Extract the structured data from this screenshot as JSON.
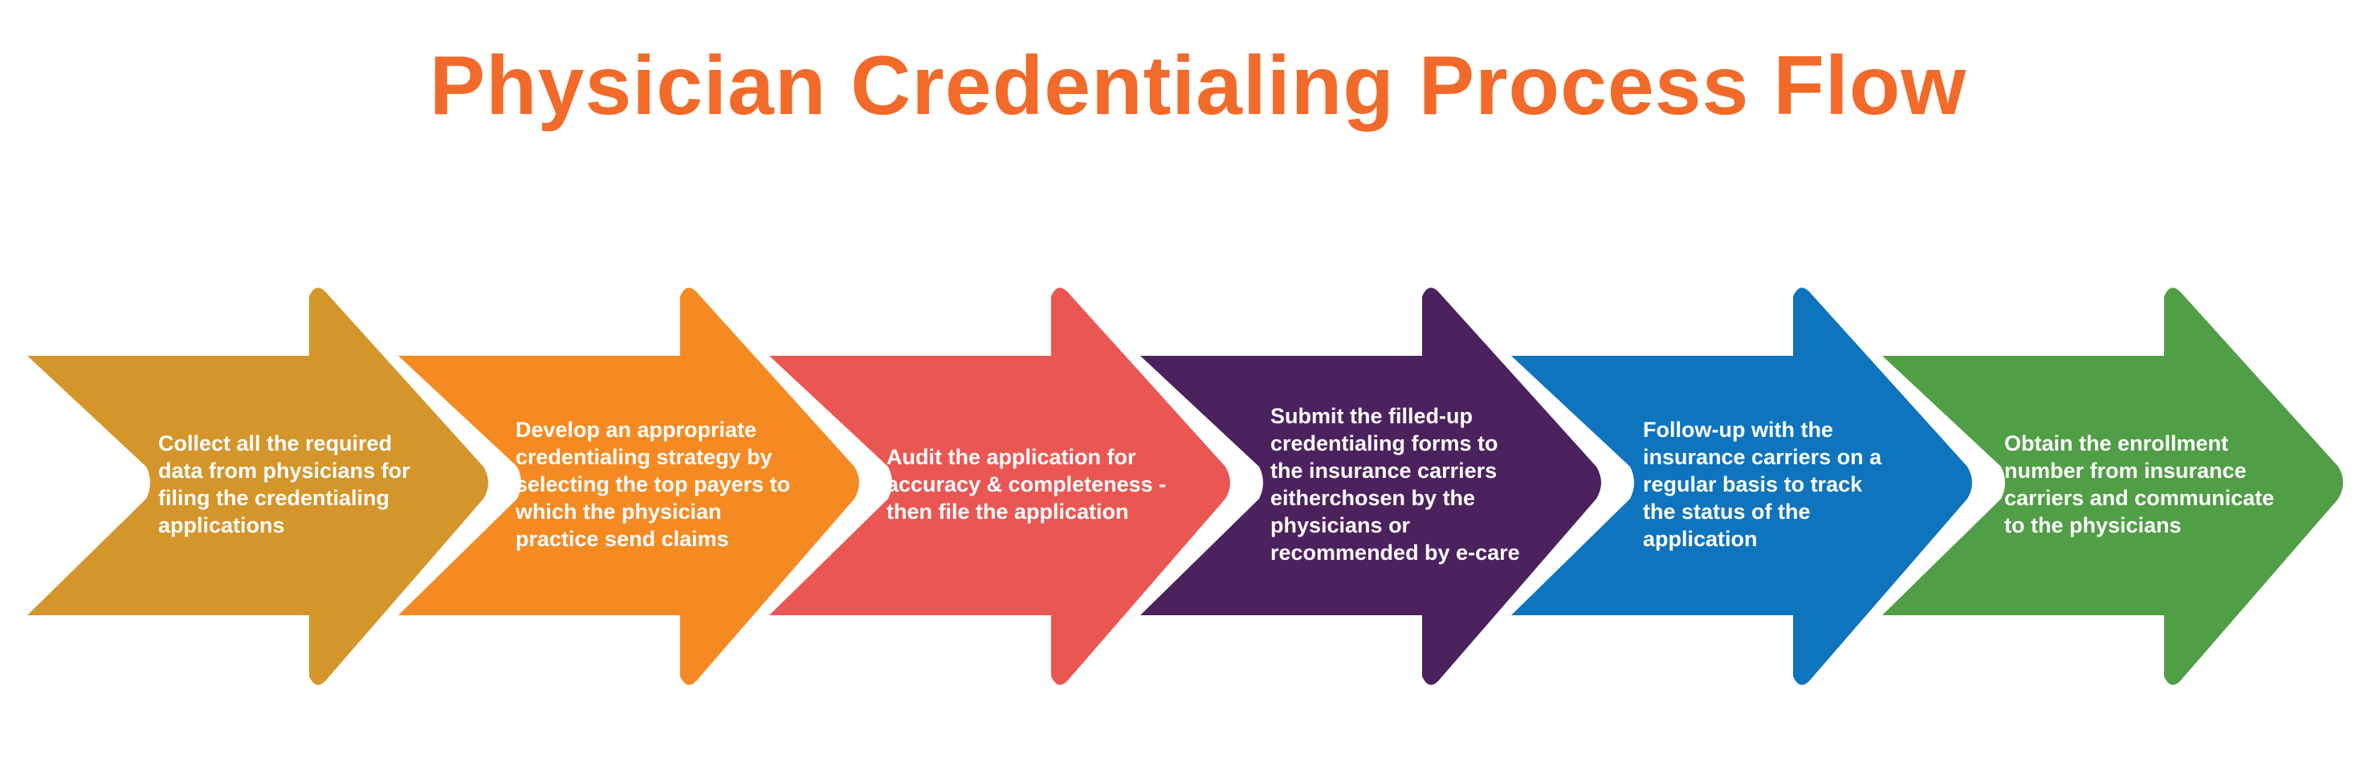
{
  "title": "Physician Credentialing Process Flow",
  "steps": [
    {
      "text": "Collect all the required data from physicians for filing the credentialing applications",
      "color": "#D4952A"
    },
    {
      "text": "Develop an appropriate credentialing strategy by selecting the top payers to which the physician practice send claims",
      "color": "#F58A22"
    },
    {
      "text": "Audit the application for accuracy & completeness -  then file the application",
      "color": "#EA5753"
    },
    {
      "text": "Submit the filled-up credentialing forms to the insurance carriers eitherchosen by the physicians or recommended by e-care",
      "color": "#4B215E"
    },
    {
      "text": "Follow-up with the insurance carriers on a regular basis to track the status of the application",
      "color": "#0E74BD"
    },
    {
      "text": "Obtain the enrollment number from insurance carriers and communicate to the physicians",
      "color": "#509E45"
    }
  ]
}
